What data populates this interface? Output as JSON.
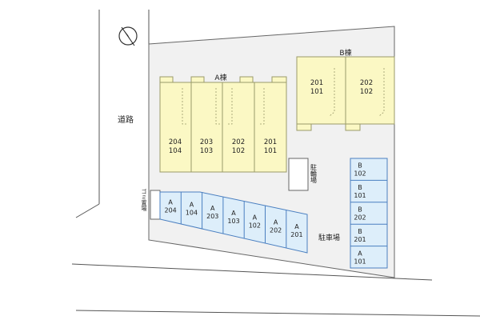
{
  "compass": {
    "icon": "north-arrow-icon"
  },
  "road_label": "道路",
  "building_a": {
    "label": "A棟",
    "units": [
      {
        "upper": "204",
        "lower": "104"
      },
      {
        "upper": "203",
        "lower": "103"
      },
      {
        "upper": "202",
        "lower": "102"
      },
      {
        "upper": "201",
        "lower": "101"
      }
    ]
  },
  "building_b": {
    "label": "B棟",
    "units": [
      {
        "upper": "201",
        "lower": "101"
      },
      {
        "upper": "202",
        "lower": "102"
      }
    ]
  },
  "bicycle_parking_label": "駐輪場",
  "garbage_label": "ゴミ置場",
  "parking_label": "駐車場",
  "parking_row_a": [
    {
      "bldg": "A",
      "no": "204"
    },
    {
      "bldg": "A",
      "no": "104"
    },
    {
      "bldg": "A",
      "no": "203"
    },
    {
      "bldg": "A",
      "no": "103"
    },
    {
      "bldg": "A",
      "no": "102"
    },
    {
      "bldg": "A",
      "no": "202"
    },
    {
      "bldg": "A",
      "no": "201"
    }
  ],
  "parking_col_b": [
    {
      "bldg": "B",
      "no": "102"
    },
    {
      "bldg": "B",
      "no": "101"
    },
    {
      "bldg": "B",
      "no": "202"
    },
    {
      "bldg": "B",
      "no": "201"
    },
    {
      "bldg": "A",
      "no": "101"
    }
  ],
  "colors": {
    "lot": "#f1f1f1",
    "building_fill": "#fbf8c4",
    "building_stroke": "#9a9a6a",
    "parking_fill": "#ddeefa",
    "parking_stroke": "#4a7fc0",
    "line": "#333333"
  }
}
